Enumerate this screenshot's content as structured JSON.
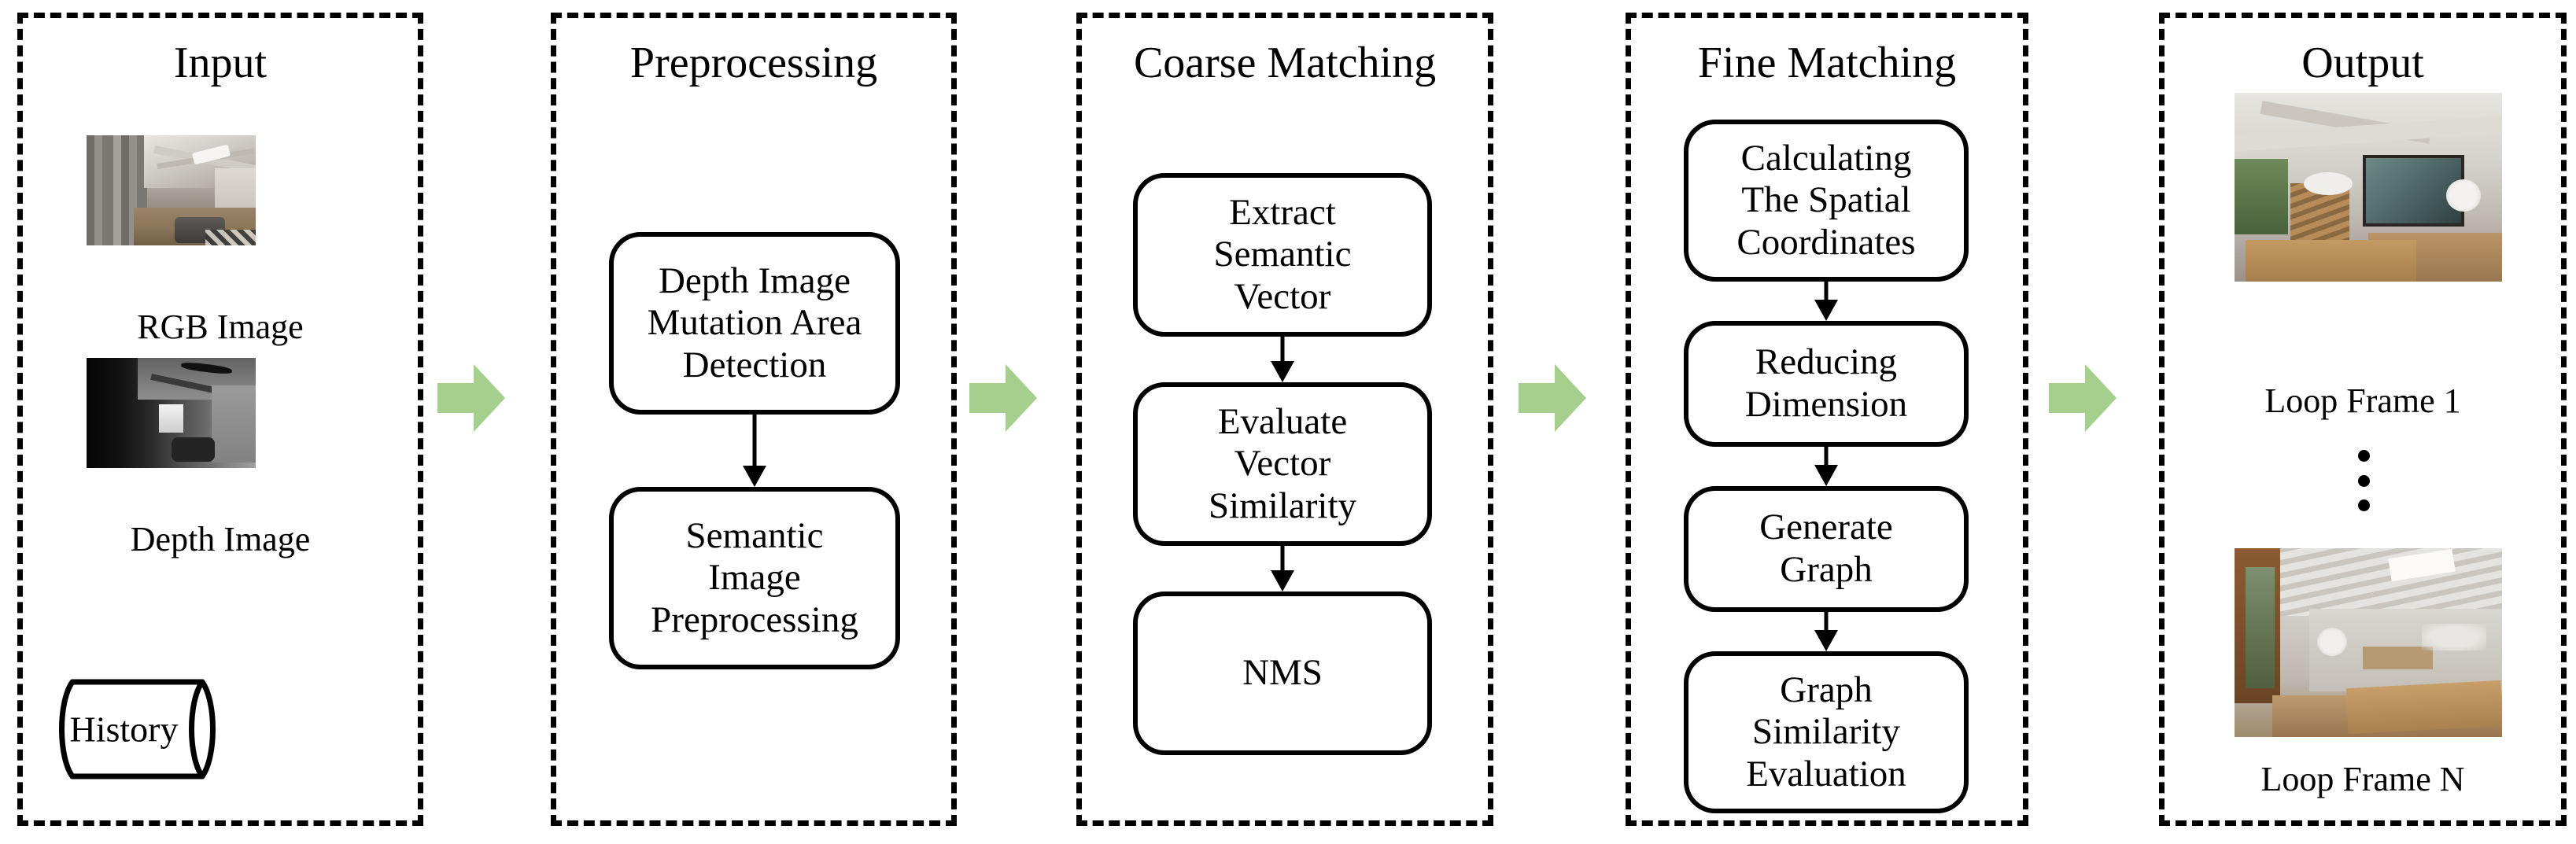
{
  "diagram": {
    "colors": {
      "arrow_green": "#a6cf8e",
      "stroke": "#000000",
      "background": "#ffffff"
    },
    "stages": [
      {
        "id": "input",
        "title": "Input",
        "items": [
          {
            "kind": "image",
            "caption": "RGB Image"
          },
          {
            "kind": "image",
            "caption": "Depth Image"
          },
          {
            "kind": "cylinder",
            "label": "History"
          }
        ]
      },
      {
        "id": "preprocessing",
        "title": "Preprocessing",
        "boxes": [
          {
            "lines": [
              "Depth Image",
              "Mutation Area",
              "Detection"
            ]
          },
          {
            "lines": [
              "Semantic",
              "Image",
              "Preprocessing"
            ]
          }
        ]
      },
      {
        "id": "coarse-matching",
        "title": "Coarse Matching",
        "boxes": [
          {
            "lines": [
              "Extract",
              "Semantic",
              "Vector"
            ]
          },
          {
            "lines": [
              "Evaluate",
              "Vector",
              "Similarity"
            ]
          },
          {
            "lines": [
              "NMS"
            ]
          }
        ]
      },
      {
        "id": "fine-matching",
        "title": "Fine Matching",
        "boxes": [
          {
            "lines": [
              "Calculating",
              "The Spatial",
              "Coordinates"
            ]
          },
          {
            "lines": [
              "Reducing",
              "Dimension"
            ]
          },
          {
            "lines": [
              "Generate",
              "Graph"
            ]
          },
          {
            "lines": [
              "Graph",
              "Similarity",
              "Evaluation"
            ]
          }
        ]
      },
      {
        "id": "output",
        "title": "Output",
        "items": [
          {
            "kind": "image",
            "caption": "Loop Frame 1"
          },
          {
            "kind": "ellipsis",
            "label": "⋮"
          },
          {
            "kind": "image",
            "caption": "Loop Frame N"
          }
        ]
      }
    ],
    "flow_arrows": [
      {
        "from": "input",
        "to": "preprocessing",
        "icon": "right-block-arrow-icon"
      },
      {
        "from": "preprocessing",
        "to": "coarse-matching",
        "icon": "right-block-arrow-icon"
      },
      {
        "from": "coarse-matching",
        "to": "fine-matching",
        "icon": "right-block-arrow-icon"
      },
      {
        "from": "fine-matching",
        "to": "output",
        "icon": "right-block-arrow-icon"
      }
    ]
  }
}
